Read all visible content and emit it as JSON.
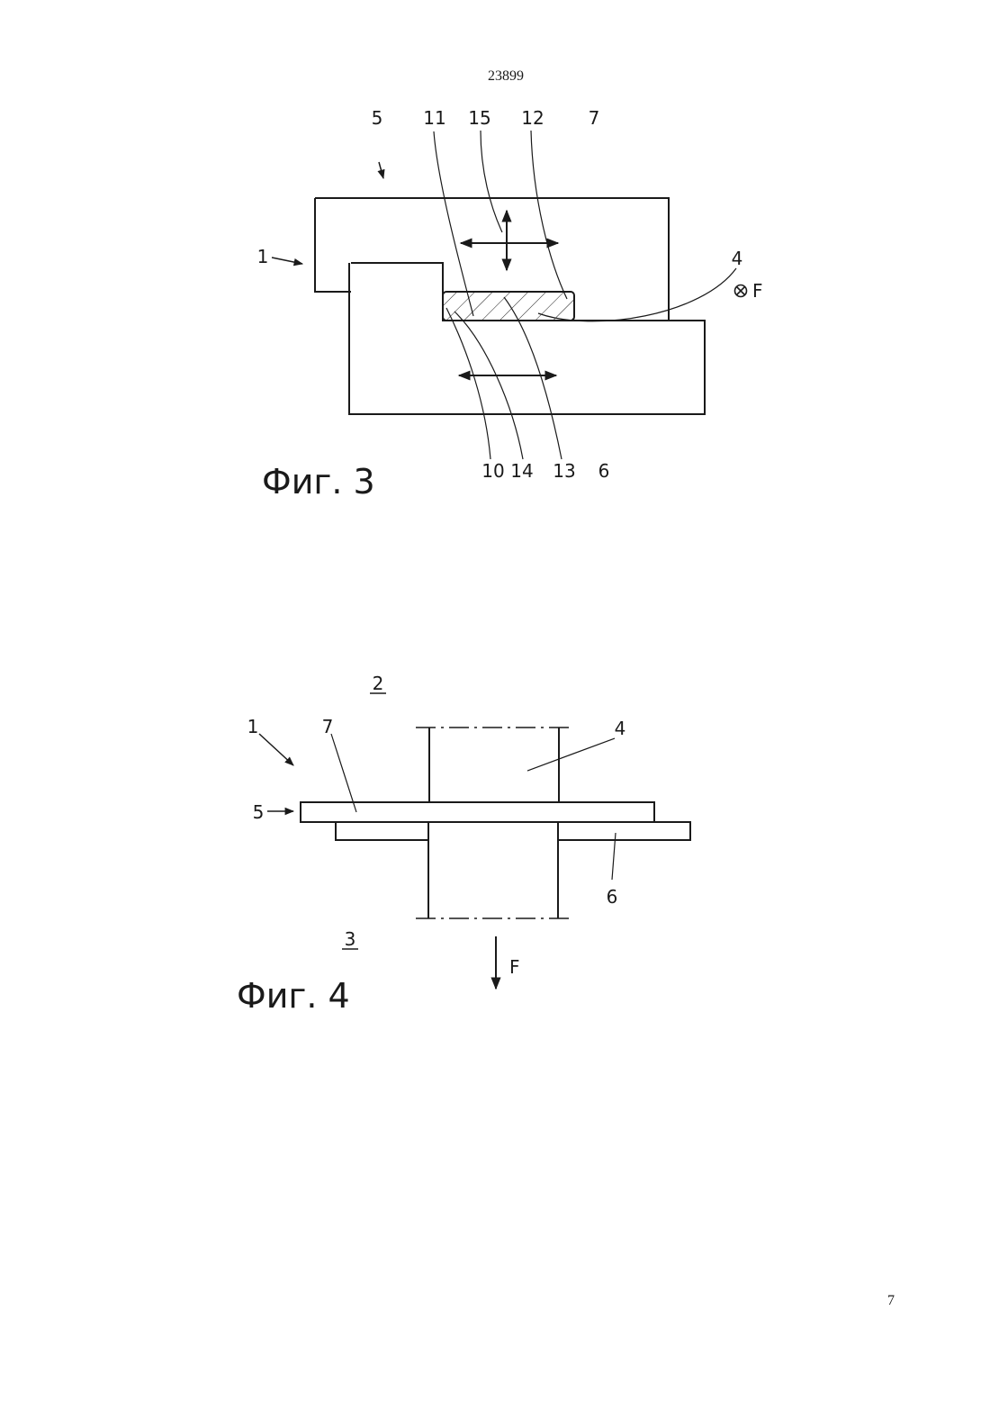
{
  "page": {
    "doc_number": "23899",
    "page_number": "7"
  },
  "fig3": {
    "caption": "Фиг. 3",
    "labels": {
      "l5": "5",
      "l11": "11",
      "l15": "15",
      "l12": "12",
      "l7": "7",
      "l1": "1",
      "l4": "4",
      "lF": "F",
      "l10": "10",
      "l14": "14",
      "l13": "13",
      "l6": "6"
    }
  },
  "fig4": {
    "caption": "Фиг. 4",
    "labels": {
      "l2": "2",
      "l1": "1",
      "l7": "7",
      "l4": "4",
      "l5": "5",
      "l6": "6",
      "l3": "3",
      "lF": "F"
    }
  },
  "colors": {
    "ink": "#1a1a1a",
    "paper": "#ffffff"
  }
}
